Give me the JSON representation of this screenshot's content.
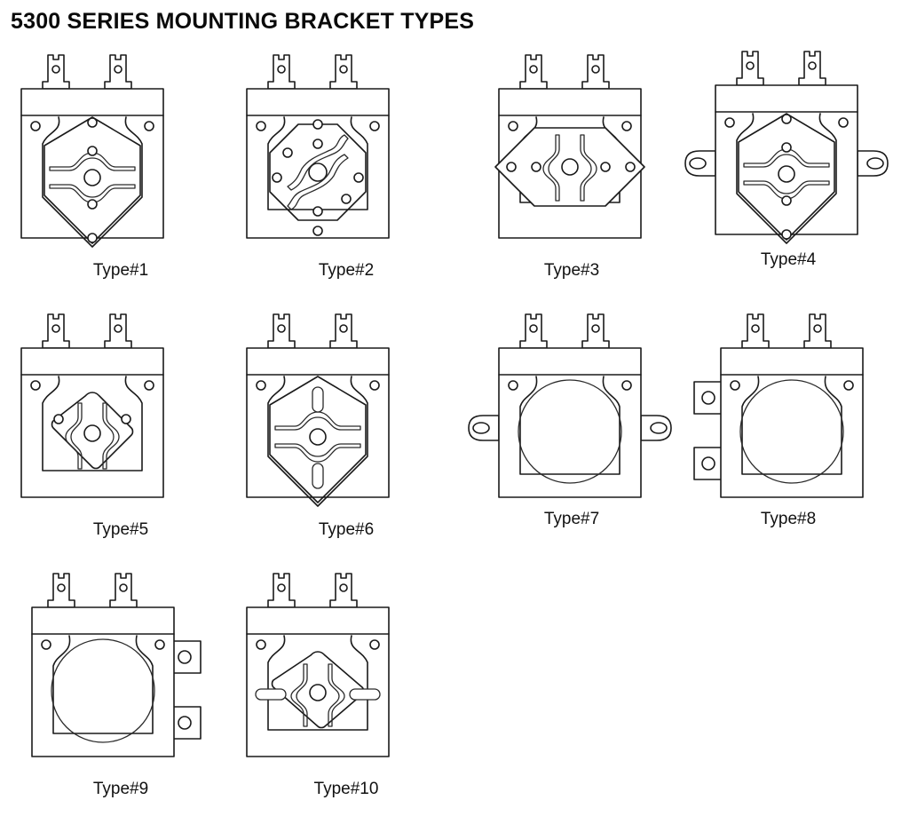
{
  "page": {
    "title": "5300 SERIES MOUNTING BRACKET TYPES",
    "background_color": "#ffffff",
    "line_color": "#1a1a1a",
    "text_color": "#111111"
  },
  "diagram": {
    "kind": "technical-line-drawing",
    "subject": "solenoid coil mounting bracket types, front elevation views",
    "common_features": [
      "rectangular coil body",
      "two blade/spade terminals on top with notch and round hole",
      "horizontal band across upper body",
      "two small round holes at upper left and upper right of body"
    ],
    "columns": 4,
    "rows": 3,
    "items": [
      {
        "id": "type-1",
        "label": "Type#1",
        "row": 1,
        "column": 1,
        "label_position": "low",
        "plate_shape": "hexagon-pointed-bottom",
        "center_hole": true,
        "slots": "two mirrored horizontal wave slots",
        "holes": "top center, upper mid, lower mid, bottom point, plus two body holes",
        "side_tabs": "none"
      },
      {
        "id": "type-2",
        "label": "Type#2",
        "row": 1,
        "column": 2,
        "label_position": "low",
        "plate_shape": "octagon",
        "center_hole": true,
        "slots": "two rotationally symmetric S-curve slots",
        "holes": "six holes around octagon perimeter plus two body holes and bottom hole",
        "side_tabs": "none"
      },
      {
        "id": "type-3",
        "label": "Type#3",
        "row": 1,
        "column": 3,
        "label_position": "low",
        "plate_shape": "wide-hexagon-horizontal",
        "center_hole": true,
        "slots": "two mirrored vertical bulge slots",
        "holes": "four holes in horizontal row across plate plus two body holes",
        "side_tabs": "none"
      },
      {
        "id": "type-4",
        "label": "Type#4",
        "row": 1,
        "column": 4,
        "label_position": "high",
        "plate_shape": "hexagon-pointed-bottom",
        "center_hole": true,
        "slots": "two mirrored horizontal wave slots",
        "holes": "top center, upper mid, lower mid, bottom point, plus two body holes",
        "side_tabs": "oval ear loops left and right"
      },
      {
        "id": "type-5",
        "label": "Type#5",
        "row": 2,
        "column": 1,
        "label_position": "low",
        "plate_shape": "diamond-rounded",
        "center_hole": true,
        "slots": "two mirrored vertical bulge slots",
        "holes": "two holes left and right of center plus two body holes",
        "side_tabs": "none"
      },
      {
        "id": "type-6",
        "label": "Type#6",
        "row": 2,
        "column": 2,
        "label_position": "low",
        "plate_shape": "hexagon-pointed-bottom",
        "center_hole": true,
        "slots": "two mirrored horizontal wave slots plus vertical elongated slots above and below",
        "holes": "two body holes",
        "side_tabs": "none"
      },
      {
        "id": "type-7",
        "label": "Type#7",
        "row": 2,
        "column": 3,
        "label_position": "high",
        "plate_shape": "plain-round-coil",
        "center_hole": false,
        "slots": "none",
        "holes": "two body holes",
        "side_tabs": "oval ear loops left and right"
      },
      {
        "id": "type-8",
        "label": "Type#8",
        "row": 2,
        "column": 4,
        "label_position": "high",
        "plate_shape": "plain-round-coil",
        "center_hole": false,
        "slots": "none",
        "holes": "two body holes",
        "side_tabs": "two square flange tabs on left side"
      },
      {
        "id": "type-9",
        "label": "Type#9",
        "row": 3,
        "column": 1,
        "label_position": "low",
        "plate_shape": "plain-round-coil",
        "center_hole": false,
        "slots": "none",
        "holes": "two body holes",
        "side_tabs": "two square flange tabs on right side"
      },
      {
        "id": "type-10",
        "label": "Type#10",
        "row": 3,
        "column": 2,
        "label_position": "low",
        "plate_shape": "diamond-rounded",
        "center_hole": true,
        "slots": "two mirrored vertical bulge slots plus horizontal elongated slots left and right",
        "holes": "two body holes",
        "side_tabs": "none"
      }
    ]
  }
}
